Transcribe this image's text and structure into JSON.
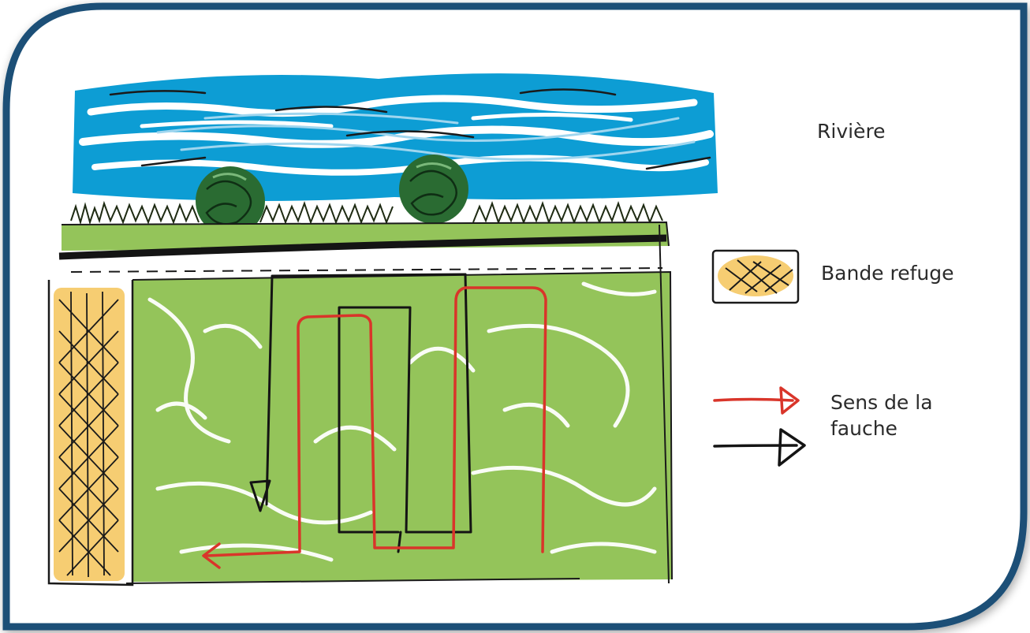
{
  "legend": {
    "river_label": "Rivière",
    "refuge_strip_label": "Bande refuge",
    "mowing_direction_label": "Sens de la\nfauche"
  },
  "colors": {
    "frame_blue": "#1a4f77",
    "river_blue": "#0d9dd4",
    "river_light": "#9fd6ef",
    "grass_green": "#94c45a",
    "tree_green": "#2a6b32",
    "refuge_yellow": "#f6cd72",
    "path_red": "#d9352a",
    "path_black": "#141414"
  }
}
